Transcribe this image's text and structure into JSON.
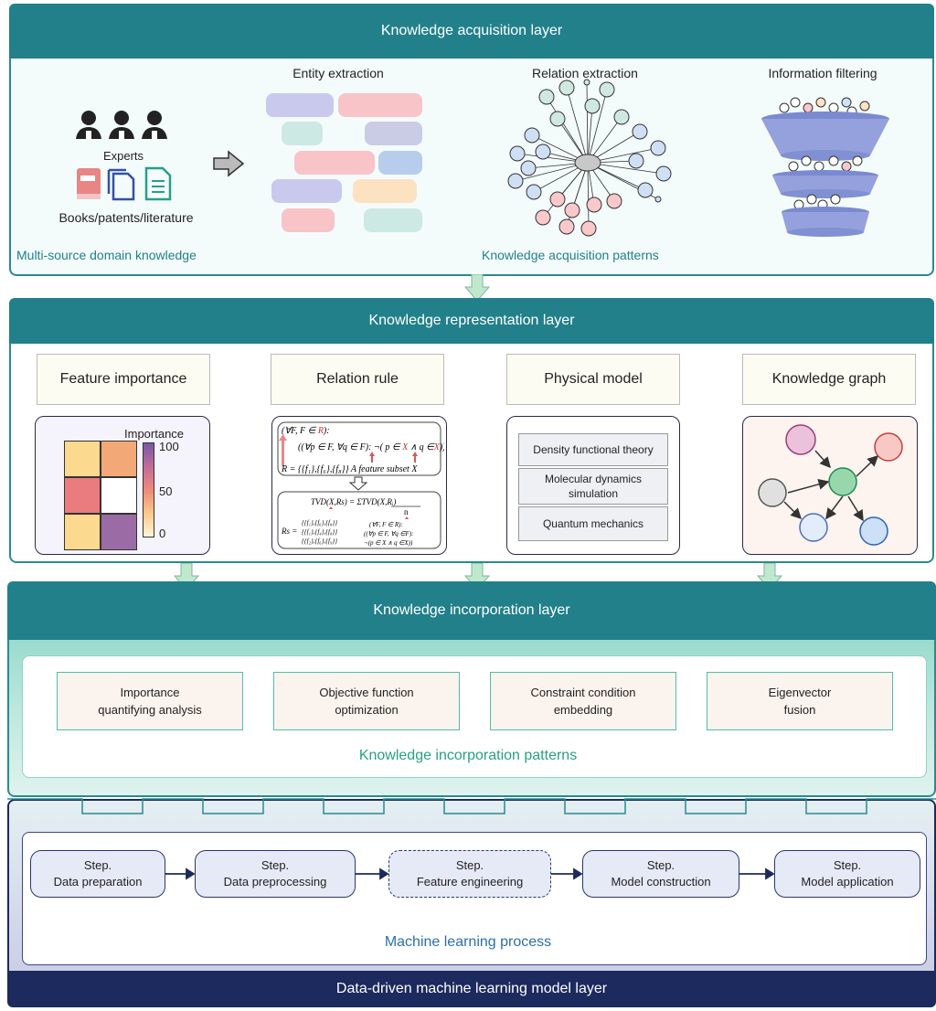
{
  "acquisition": {
    "title": "Knowledge acquisition layer",
    "experts_label": "Experts",
    "books_label": "Books/patents/literature",
    "multi_source_label": "Multi-source domain knowledge",
    "entity_label": "Entity extraction",
    "relation_label": "Relation extraction",
    "filter_label": "Information filtering",
    "patterns_label": "Knowledge acquisition patterns"
  },
  "representation": {
    "title": "Knowledge representation layer",
    "feature_title": "Feature importance",
    "relation_title": "Relation rule",
    "physical_title": "Physical model",
    "graph_title": "Knowledge graph",
    "importance_label": "Importance",
    "scale_max": "100",
    "scale_mid": "50",
    "scale_min": "0",
    "physical_items": [
      "Density functional theory",
      "Molecular dynamics\nsimulation",
      "Quantum mechanics"
    ]
  },
  "incorporation": {
    "title": "Knowledge incorporation layer",
    "boxes": [
      "Importance\nquantifying  analysis",
      "Objective function\noptimization",
      "Constraint condition\nembedding",
      "Eigenvector\nfusion"
    ],
    "patterns_label": "Knowledge incorporation patterns"
  },
  "ml": {
    "steps": [
      "Step.\nData preparation",
      "Step.\nData preprocessing",
      "Step.\nFeature engineering",
      "Step.\nModel construction",
      "Step.\nModel application"
    ],
    "process_label": "Machine learning process",
    "title": "Data-driven machine learning model layer"
  },
  "colors": {
    "teal": "#22808a",
    "navy": "#1c2a5e",
    "mint": "#7fd1c0"
  }
}
